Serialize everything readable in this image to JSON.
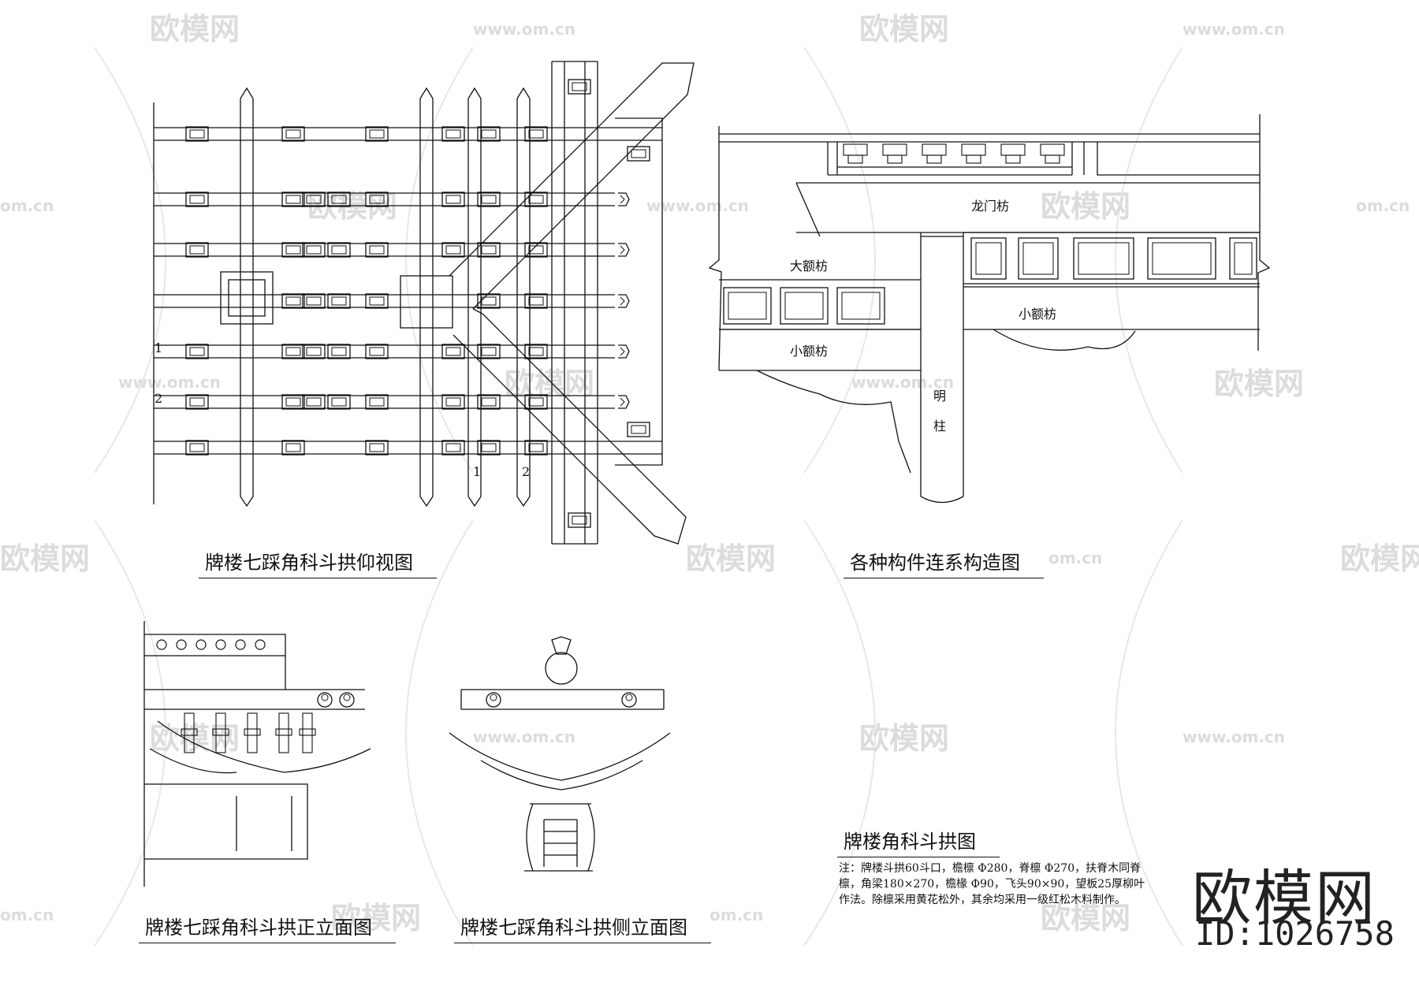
{
  "watermarks": {
    "brand_cn": "欧模网",
    "url": "www.om.cn",
    "url_short": "om.cn"
  },
  "plan_view": {
    "caption": "牌楼七踩角科斗拱仰视图",
    "labels": [
      "1",
      "2",
      "1",
      "2"
    ]
  },
  "connection_view": {
    "caption": "各种构件连系构造图",
    "labels": {
      "longmen": "龙门枋",
      "big_e": "大额枋",
      "small_e_left": "小额枋",
      "small_e_right": "小额枋",
      "column_1": "明",
      "column_2": "柱"
    }
  },
  "front_elevation": {
    "caption": "牌楼七踩角科斗拱正立面图"
  },
  "side_elevation": {
    "caption": "牌楼七踩角科斗拱侧立面图"
  },
  "notes": {
    "title": "牌楼角科斗拱图",
    "body": "注：牌楼斗拱60斗口，檐檩 Φ280，脊檩 Φ270，扶脊木同脊檩，角梁180×270，檐椽 Φ90，飞头90×90，望板25厚柳叶作法。除檩采用黄花松外，其余均采用一级红松木料制作。"
  },
  "brand": {
    "name": "欧模网",
    "id": "ID:1026758"
  }
}
